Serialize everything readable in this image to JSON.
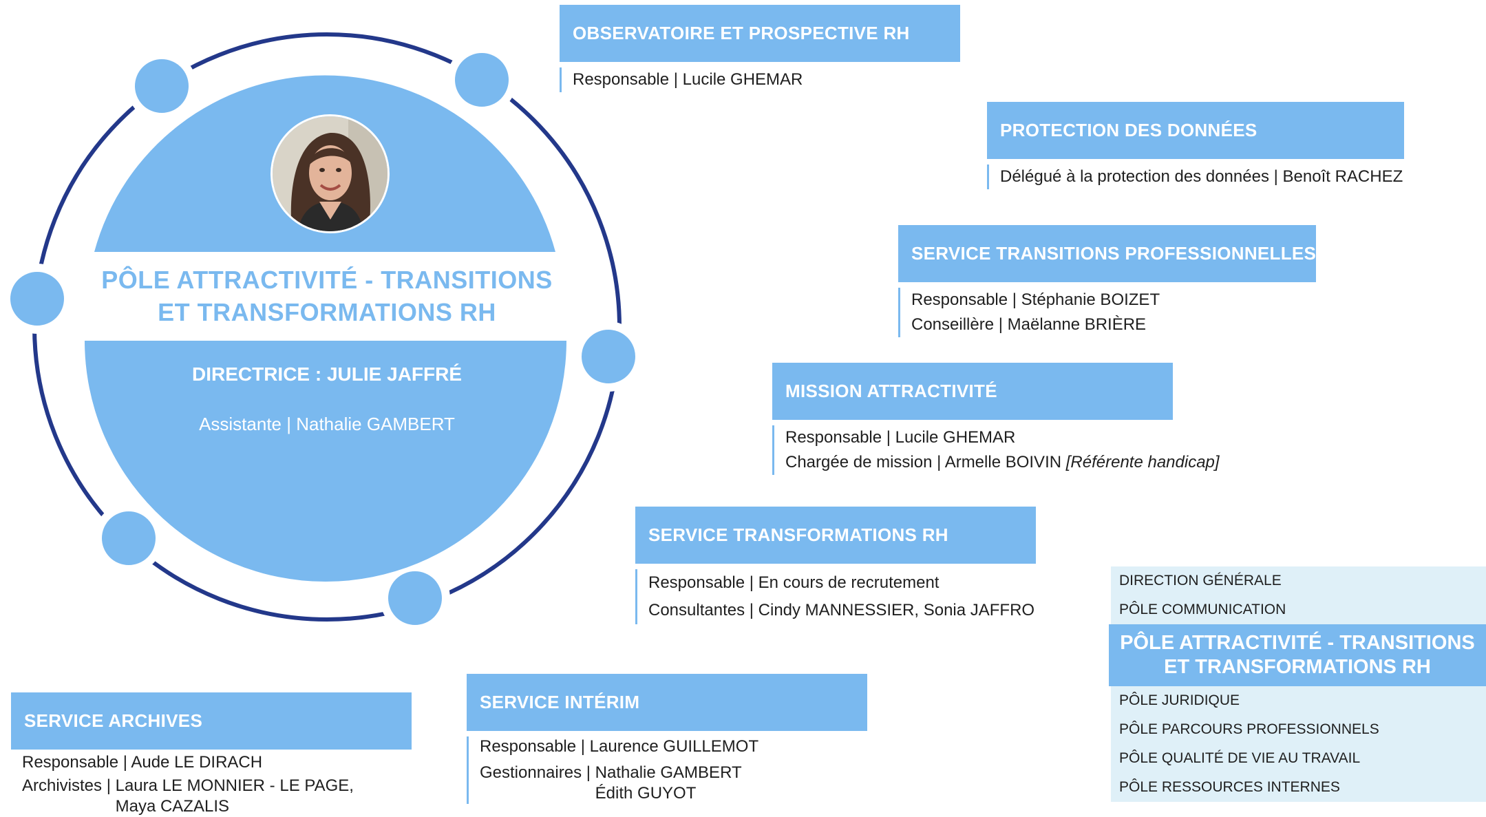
{
  "hub": {
    "title_line1": "PÔLE ATTRACTIVITÉ - TRANSITIONS",
    "title_line2": "ET TRANSFORMATIONS RH",
    "director": "DIRECTRICE : JULIE JAFFRÉ",
    "assistant": "Assistante | Nathalie GAMBERT"
  },
  "units": {
    "observatoire": {
      "title": "OBSERVATOIRE ET PROSPECTIVE RH",
      "lines": [
        "Responsable |  Lucile GHEMAR"
      ]
    },
    "protection": {
      "title": "PROTECTION DES DONNÉES",
      "lines": [
        "Délégué à la protection des données | Benoît RACHEZ"
      ]
    },
    "transitions": {
      "title": "SERVICE TRANSITIONS PROFESSIONNELLES",
      "lines": [
        "Responsable | Stéphanie BOIZET",
        "Conseillère | Maëlanne BRIÈRE"
      ]
    },
    "attractivite": {
      "title": "MISSION ATTRACTIVITÉ",
      "line1": "Responsable | Lucile GHEMAR",
      "line2": "Chargée de mission | Armelle BOIVIN ",
      "line2_note": "[Référente handicap]"
    },
    "transformations": {
      "title": "SERVICE TRANSFORMATIONS RH",
      "lines": [
        "Responsable | En cours de recrutement",
        "Consultantes | Cindy MANNESSIER, Sonia JAFFRO"
      ]
    },
    "interim": {
      "title": "SERVICE INTÉRIM",
      "line1": "Responsable | Laurence GUILLEMOT",
      "label2": "Gestionnaires | ",
      "names2": [
        "Nathalie GAMBERT",
        "Édith GUYOT"
      ]
    },
    "archives": {
      "title": "SERVICE ARCHIVES",
      "line1": "Responsable | Aude LE DIRACH",
      "label2": "Archivistes | ",
      "names2": [
        "Laura LE MONNIER - LE PAGE,",
        "Maya CAZALIS"
      ]
    }
  },
  "legend": {
    "before": [
      "DIRECTION GÉNÉRALE",
      "PÔLE COMMUNICATION"
    ],
    "active_line1": "PÔLE ATTRACTIVITÉ - TRANSITIONS",
    "active_line2": "ET TRANSFORMATIONS RH",
    "after": [
      "PÔLE JURIDIQUE",
      "PÔLE PARCOURS PROFESSIONNELS",
      "PÔLE QUALITÉ DE VIE AU TRAVAIL",
      "PÔLE RESSOURCES INTERNES"
    ]
  },
  "colors": {
    "accent": "#7ab9ef",
    "ring": "#23388a",
    "legend_bg": "#dff0f8"
  }
}
